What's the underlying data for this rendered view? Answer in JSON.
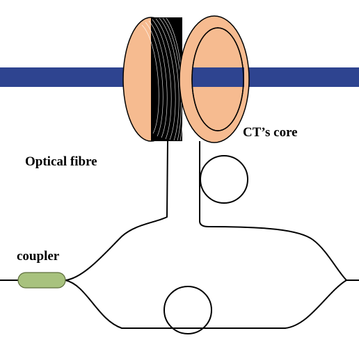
{
  "labels": {
    "ct_core": "CT’s core",
    "optical_fibre": "Optical fibre",
    "coupler": "coupler"
  },
  "colors": {
    "conductor": "#2e4490",
    "core_fill": "#f6bb90",
    "winding": "#000000",
    "coupler_fill": "#a8c27e",
    "fibre": "#000000",
    "background": "#ffffff"
  }
}
